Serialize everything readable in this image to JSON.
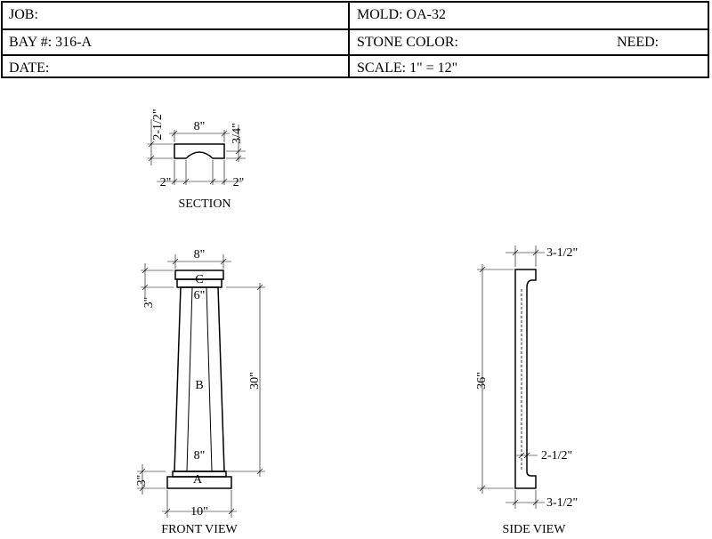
{
  "title_block": {
    "job_label": "JOB:",
    "bay_label": "BAY #: 316-A",
    "date_label": "DATE:",
    "mold_label": "MOLD: OA-32",
    "stone_color_label": "STONE COLOR:",
    "need_label": "NEED:",
    "scale_label": "SCALE:  1\" = 12\""
  },
  "section_view": {
    "title": "SECTION",
    "dim_width": "8\"",
    "dim_height": "2-1/2\"",
    "dim_depth": "3/4\"",
    "dim_left": "2\"",
    "dim_right": "2\""
  },
  "front_view": {
    "title": "FRONT VIEW",
    "dim_top": "8\"",
    "dim_cap_height": "3\"",
    "dim_shaft_top": "6\"",
    "dim_shaft_height": "30\"",
    "dim_shaft_bottom": "8\"",
    "dim_base_height": "3\"",
    "dim_base_width": "10\"",
    "label_a": "A",
    "label_b": "B",
    "label_c": "C"
  },
  "side_view": {
    "title": "SIDE VIEW",
    "dim_top": "3-1/2\"",
    "dim_height": "36\"",
    "dim_mid": "2-1/2\"",
    "dim_bottom": "3-1/2\""
  }
}
